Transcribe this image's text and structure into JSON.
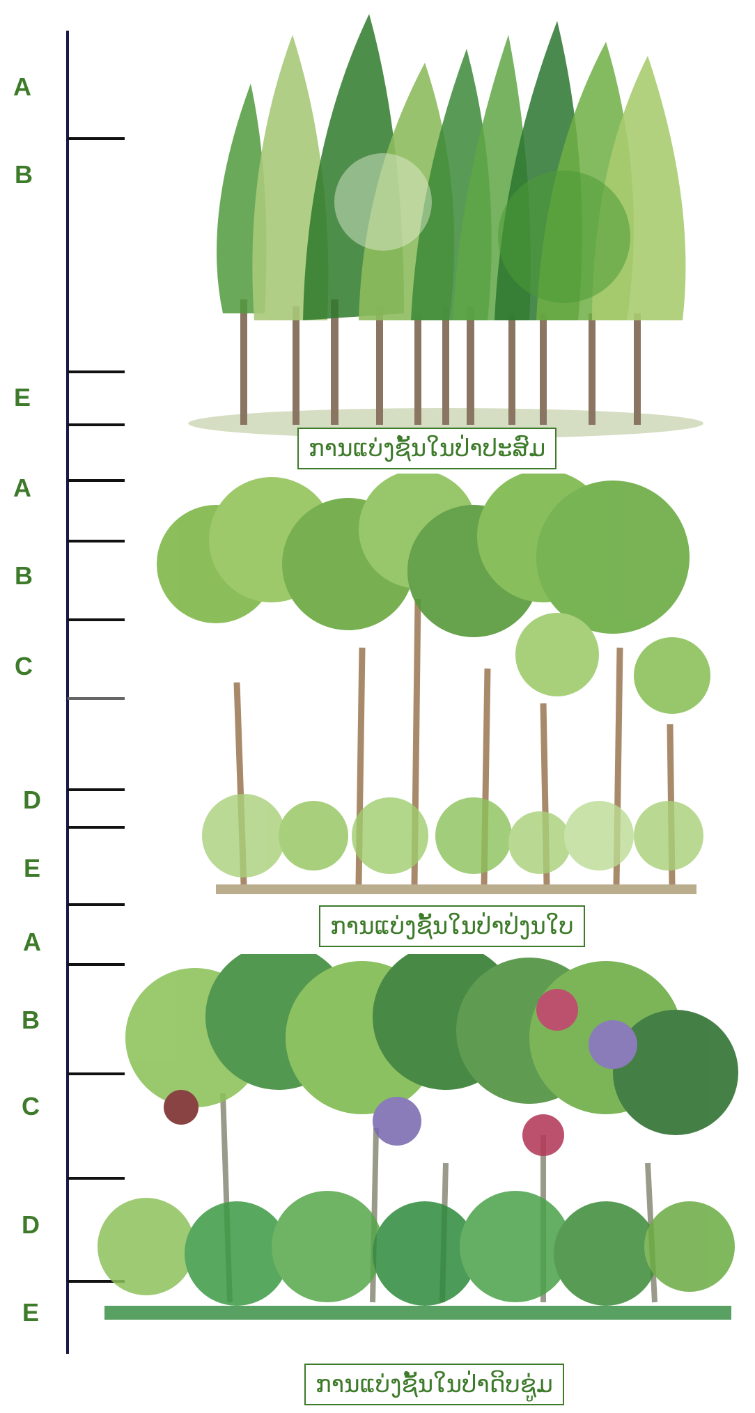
{
  "colors": {
    "axis": "#1a1a4a",
    "label": "#3d7a2a",
    "caption_border": "#3d7a2a"
  },
  "sections": [
    {
      "caption": "ການແບ່ງຊັ້ນໃນປ່າປະສົມ",
      "layers": [
        "A",
        "B",
        "E"
      ]
    },
    {
      "caption": "ການແບ່ງຊັ້ນໃນປ່າປ່ງນໃບ",
      "layers": [
        "A",
        "B",
        "C",
        "D",
        "E"
      ]
    },
    {
      "caption": "ການແບ່ງຊັ້ນໃນປ່າດິບຊູ່ມ",
      "layers": [
        "A",
        "B",
        "C",
        "D",
        "E"
      ]
    }
  ],
  "icons": [
    "conifer-forest-illustration",
    "deciduous-forest-illustration",
    "evergreen-forest-illustration"
  ]
}
